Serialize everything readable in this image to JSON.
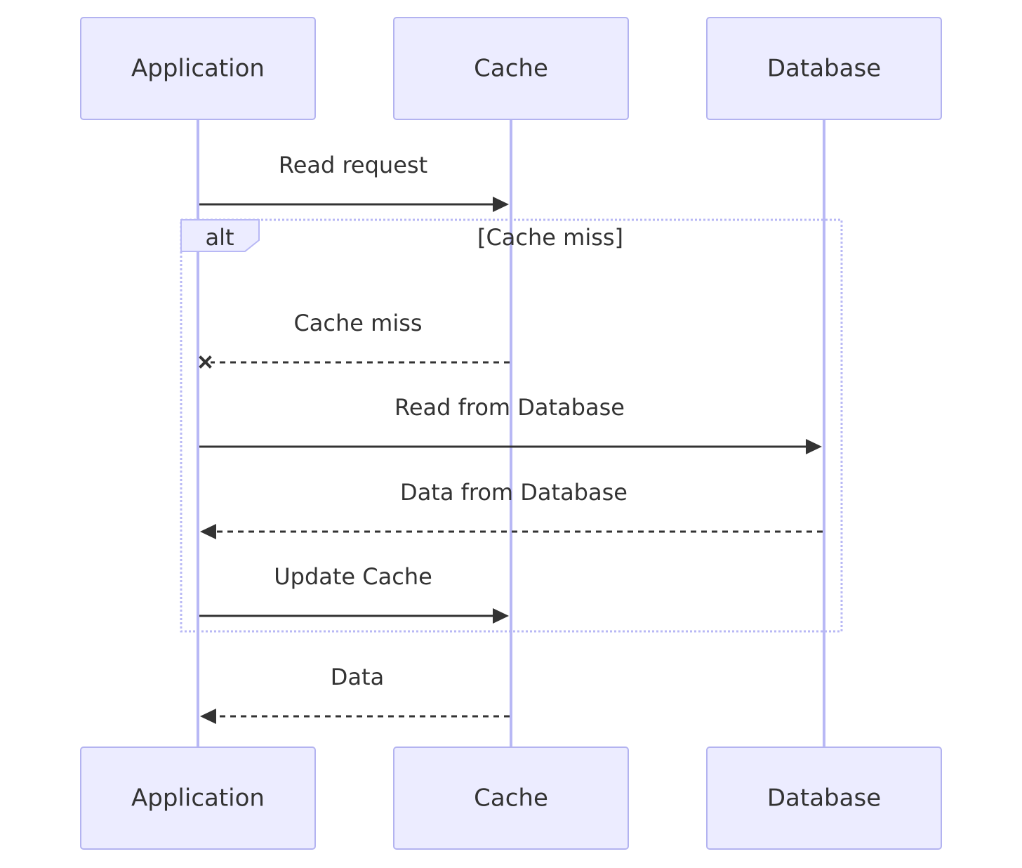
{
  "participants": [
    {
      "id": "app",
      "name": "Application"
    },
    {
      "id": "cache",
      "name": "Cache"
    },
    {
      "id": "db",
      "name": "Database"
    }
  ],
  "fragment": {
    "kind": "alt",
    "condition": "[Cache miss]"
  },
  "messages": [
    {
      "from": "app",
      "to": "cache",
      "text": "Read request",
      "line": "solid",
      "head": "arrow"
    },
    {
      "from": "cache",
      "to": "app",
      "text": "Cache miss",
      "line": "dashed",
      "head": "cross"
    },
    {
      "from": "app",
      "to": "db",
      "text": "Read from Database",
      "line": "solid",
      "head": "arrow"
    },
    {
      "from": "db",
      "to": "app",
      "text": "Data from Database",
      "line": "dashed",
      "head": "arrow"
    },
    {
      "from": "app",
      "to": "cache",
      "text": "Update Cache",
      "line": "solid",
      "head": "arrow"
    },
    {
      "from": "cache",
      "to": "app",
      "text": "Data",
      "line": "dashed",
      "head": "arrow"
    }
  ],
  "colors": {
    "actor_fill": "#ECECFF",
    "actor_stroke": "#B3B3F0",
    "lifeline": "#B8B8F5",
    "message": "#333333",
    "text": "#333333"
  }
}
